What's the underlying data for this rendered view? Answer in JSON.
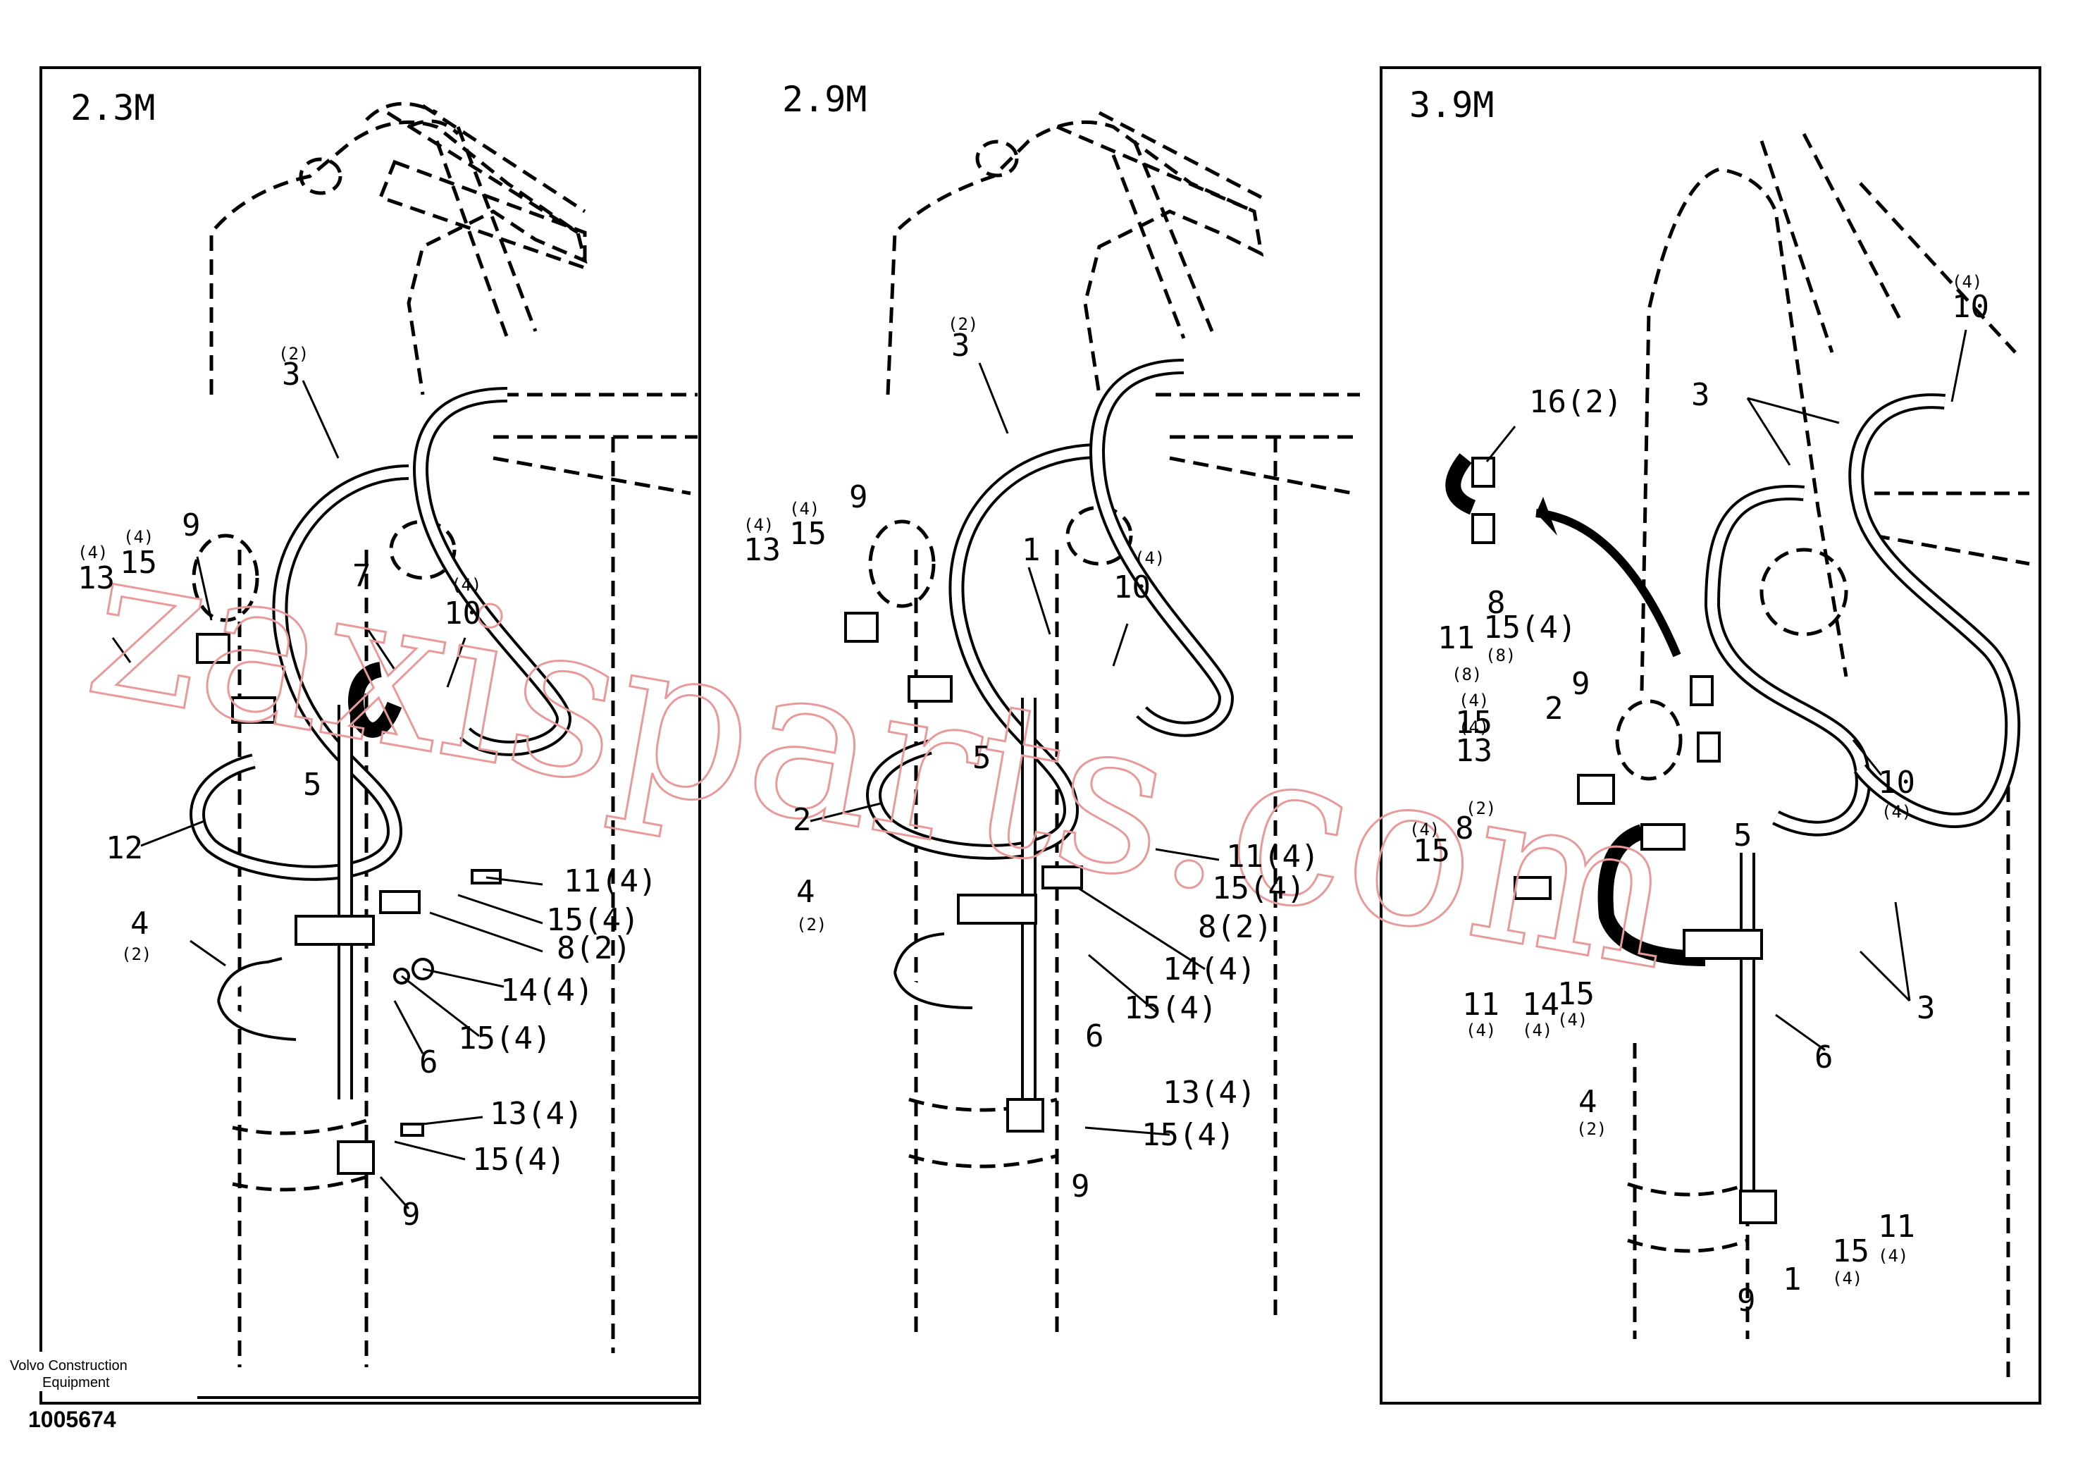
{
  "panels": [
    {
      "id": "p1",
      "title": "2.3M",
      "labels": [
        {
          "t": "(2)",
          "s": "sm"
        },
        {
          "t": "3",
          "s": "big"
        },
        {
          "t": "(4)",
          "s": "sm"
        },
        {
          "t": "(4)",
          "s": "sm"
        },
        {
          "t": "13",
          "s": "big"
        },
        {
          "t": "15",
          "s": "big"
        },
        {
          "t": "9",
          "s": "big"
        },
        {
          "t": "7",
          "s": "big"
        },
        {
          "t": "(4)",
          "s": "sm"
        },
        {
          "t": "10",
          "s": "big"
        },
        {
          "t": "5",
          "s": "big"
        },
        {
          "t": "12",
          "s": "big"
        },
        {
          "t": "11(4)",
          "s": "big"
        },
        {
          "t": "15(4)",
          "s": "big"
        },
        {
          "t": "8(2)",
          "s": "big"
        },
        {
          "t": "14(4)",
          "s": "big"
        },
        {
          "t": "15(4)",
          "s": "big"
        },
        {
          "t": "6",
          "s": "big"
        },
        {
          "t": "4",
          "s": "big"
        },
        {
          "t": "(2)",
          "s": "sm"
        },
        {
          "t": "13(4)",
          "s": "big"
        },
        {
          "t": "15(4)",
          "s": "big"
        },
        {
          "t": "9",
          "s": "big"
        }
      ]
    },
    {
      "id": "p2",
      "title": "2.9M",
      "labels": [
        {
          "t": "(2)",
          "s": "sm"
        },
        {
          "t": "3",
          "s": "big"
        },
        {
          "t": "(4)",
          "s": "sm"
        },
        {
          "t": "(4)",
          "s": "sm"
        },
        {
          "t": "13",
          "s": "big"
        },
        {
          "t": "15",
          "s": "big"
        },
        {
          "t": "9",
          "s": "big"
        },
        {
          "t": "1",
          "s": "big"
        },
        {
          "t": "(4)",
          "s": "sm"
        },
        {
          "t": "10",
          "s": "big"
        },
        {
          "t": "5",
          "s": "big"
        },
        {
          "t": "2",
          "s": "big"
        },
        {
          "t": "11(4)",
          "s": "big"
        },
        {
          "t": "15(4)",
          "s": "big"
        },
        {
          "t": "8(2)",
          "s": "big"
        },
        {
          "t": "14(4)",
          "s": "big"
        },
        {
          "t": "15(4)",
          "s": "big"
        },
        {
          "t": "6",
          "s": "big"
        },
        {
          "t": "4",
          "s": "big"
        },
        {
          "t": "(2)",
          "s": "sm"
        },
        {
          "t": "13(4)",
          "s": "big"
        },
        {
          "t": "15(4)",
          "s": "big"
        },
        {
          "t": "9",
          "s": "big"
        }
      ]
    },
    {
      "id": "p3",
      "title": "3.9M",
      "labels": [
        {
          "t": "16(2)",
          "s": "big"
        },
        {
          "t": "3",
          "s": "big"
        },
        {
          "t": "(4)",
          "s": "sm"
        },
        {
          "t": "10",
          "s": "big"
        },
        {
          "t": "8",
          "s": "big"
        },
        {
          "t": "15(4)",
          "s": "big"
        },
        {
          "t": "11",
          "s": "big"
        },
        {
          "t": "(8)",
          "s": "sm"
        },
        {
          "t": "(8)",
          "s": "sm"
        },
        {
          "t": "9",
          "s": "big"
        },
        {
          "t": "2",
          "s": "big"
        },
        {
          "t": "(4)",
          "s": "sm"
        },
        {
          "t": "15",
          "s": "big"
        },
        {
          "t": "(4)",
          "s": "sm"
        },
        {
          "t": "13",
          "s": "big"
        },
        {
          "t": "10",
          "s": "big"
        },
        {
          "t": "(4)",
          "s": "sm"
        },
        {
          "t": "(2)",
          "s": "sm"
        },
        {
          "t": "8",
          "s": "big"
        },
        {
          "t": "(4)",
          "s": "sm"
        },
        {
          "t": "15",
          "s": "big"
        },
        {
          "t": "5",
          "s": "big"
        },
        {
          "t": "11",
          "s": "big"
        },
        {
          "t": "(4)",
          "s": "sm"
        },
        {
          "t": "14",
          "s": "big"
        },
        {
          "t": "(4)",
          "s": "sm"
        },
        {
          "t": "15",
          "s": "big"
        },
        {
          "t": "(4)",
          "s": "sm"
        },
        {
          "t": "6",
          "s": "big"
        },
        {
          "t": "3",
          "s": "big"
        },
        {
          "t": "4",
          "s": "big"
        },
        {
          "t": "(2)",
          "s": "sm"
        },
        {
          "t": "11",
          "s": "big"
        },
        {
          "t": "(4)",
          "s": "sm"
        },
        {
          "t": "15",
          "s": "big"
        },
        {
          "t": "(4)",
          "s": "sm"
        },
        {
          "t": "9",
          "s": "big"
        },
        {
          "t": "1",
          "s": "big"
        }
      ]
    }
  ],
  "watermark": "zaxisparts.com",
  "footer": {
    "brand_line1": "Volvo Construction",
    "brand_line2": "Equipment",
    "doc_number": "1005674"
  }
}
